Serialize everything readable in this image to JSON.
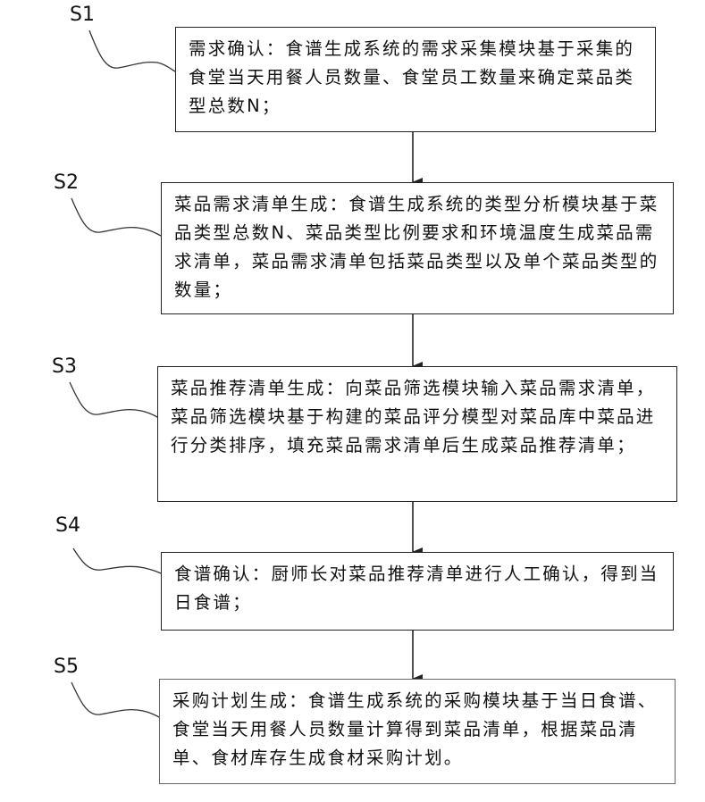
{
  "steps": [
    {
      "label": "S1",
      "text": "需求确认：食谱生成系统的需求采集模块基于采集的食堂当天用餐人员数量、食堂员工数量来确定菜品类型总数N；"
    },
    {
      "label": "S2",
      "text": "菜品需求清单生成：食谱生成系统的类型分析模块基于菜品类型总数N、菜品类型比例要求和环境温度生成菜品需求清单，菜品需求清单包括菜品类型以及单个菜品类型的数量；"
    },
    {
      "label": "S3",
      "text": "菜品推荐清单生成：向菜品筛选模块输入菜品需求清单，菜品筛选模块基于构建的菜品评分模型对菜品库中菜品进行分类排序，填充菜品需求清单后生成菜品推荐清单；"
    },
    {
      "label": "S4",
      "text": "食谱确认：厨师长对菜品推荐清单进行人工确认，得到当日食谱；"
    },
    {
      "label": "S5",
      "text": "采购计划生成：食谱生成系统的采购模块基于当日食谱、食堂当天用餐人员数量计算得到菜品清单，根据菜品清单、食材库存生成食材采购计划。"
    }
  ]
}
